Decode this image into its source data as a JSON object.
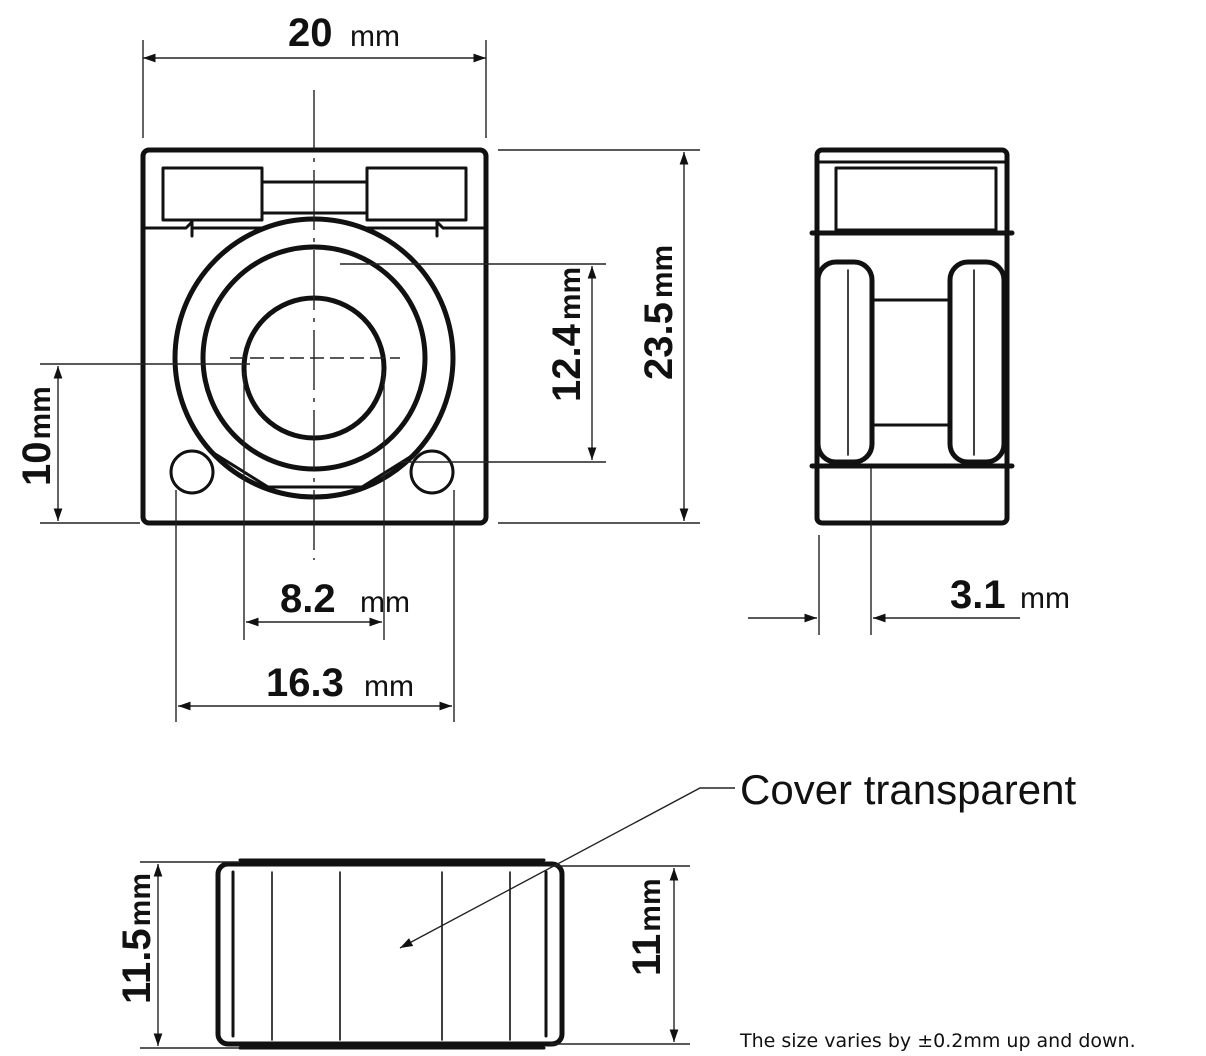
{
  "dimensions": {
    "width_top": {
      "value": "20",
      "unit": "mm"
    },
    "height_total": {
      "value": "23.5",
      "unit": "mm"
    },
    "ring_height": {
      "value": "12.4",
      "unit": "mm"
    },
    "lower_height": {
      "value": "10",
      "unit": "mm"
    },
    "inner_diameter": {
      "value": "8.2",
      "unit": "mm"
    },
    "lug_span": {
      "value": "16.3",
      "unit": "mm"
    },
    "side_thickness": {
      "value": "3.1",
      "unit": "mm"
    },
    "bottom_height_l": {
      "value": "11.5",
      "unit": "mm"
    },
    "bottom_height_r": {
      "value": "11",
      "unit": "mm"
    }
  },
  "callout": "Cover transparent",
  "note": "The size varies by ±0.2mm up and down."
}
